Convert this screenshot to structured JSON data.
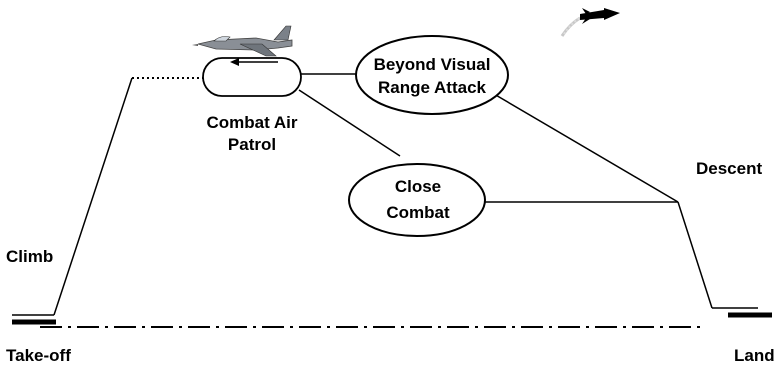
{
  "labels": {
    "takeoff": "Take-off",
    "climb": "Climb",
    "cap_line1": "Combat Air",
    "cap_line2": "Patrol",
    "bvr_line1": "Beyond Visual",
    "bvr_line2": "Range Attack",
    "close_line1": "Close",
    "close_line2": "Combat",
    "descent": "Descent",
    "land": "Land"
  },
  "icons": {
    "aircraft": "fighter-jet-icon",
    "missile": "missile-icon"
  },
  "colors": {
    "stroke": "#000000",
    "background": "#ffffff",
    "jet": "#8a8f96"
  }
}
